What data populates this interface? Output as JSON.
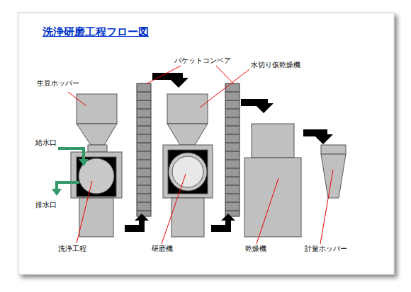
{
  "diagram": {
    "title": "洗浄研磨工程フロー図",
    "labels": [
      "生豆ホッパー",
      "給水口",
      "排水口",
      "洗浄工程",
      "バケットコンベア",
      "水切り仮乾燥機",
      "研磨機",
      "乾燥機",
      "計量ホッパー"
    ]
  }
}
